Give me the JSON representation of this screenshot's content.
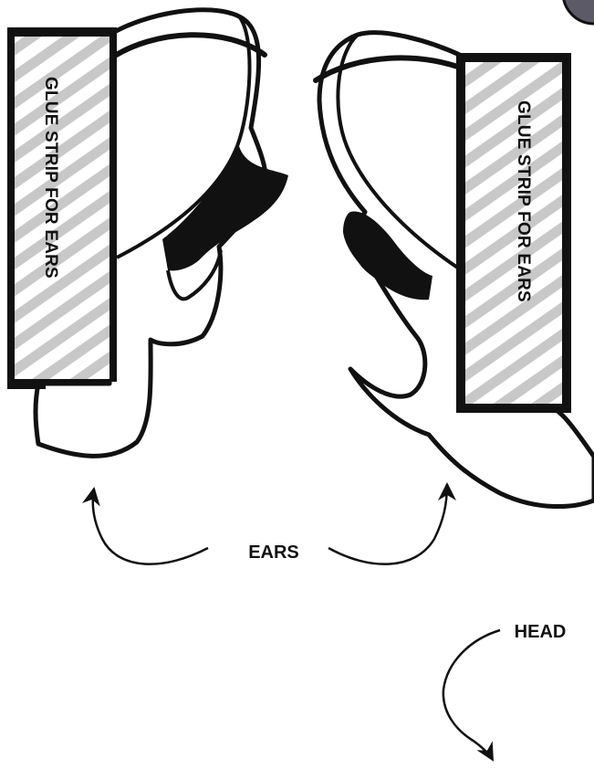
{
  "colors": {
    "ink": "#111111",
    "stripe": "#c8c8c8",
    "paper": "#ffffff",
    "corner_circle": "#5d5a68"
  },
  "glue_strips": {
    "left": "GLUE STRIP FOR EARS",
    "right": "GLUE STRIP FOR EARS"
  },
  "labels": {
    "ears": "EARS",
    "head": "HEAD"
  }
}
